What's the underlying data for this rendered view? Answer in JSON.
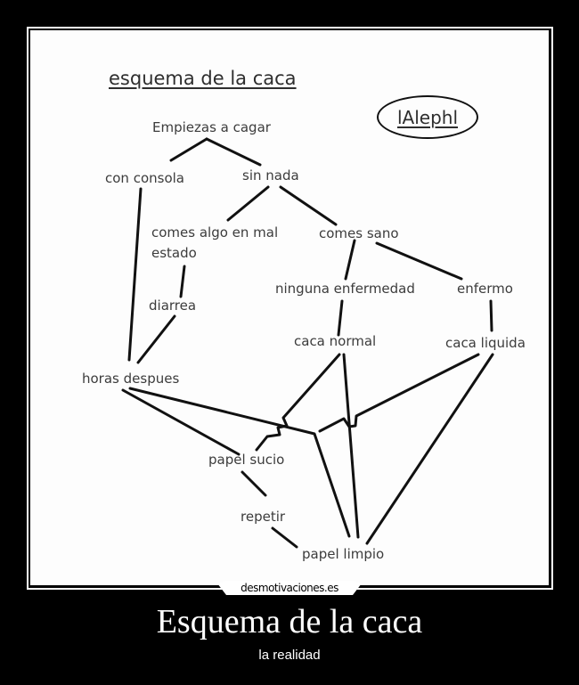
{
  "poster": {
    "caption": "Esquema de la caca",
    "subcaption": "la realidad",
    "watermark": "desmotivaciones.es",
    "background_color": "#000000"
  },
  "diagram": {
    "title": "esquema de la caca",
    "author": "lAlephl",
    "nodes": {
      "start": "Empiezas a cagar",
      "con_consola": "con consola",
      "sin_nada": "sin nada",
      "mal_estado_line1": "comes algo en mal",
      "mal_estado_line2": "estado",
      "comes_sano": "comes sano",
      "diarrea": "diarrea",
      "ninguna_enfermedad": "ninguna enfermedad",
      "enfermo": "enfermo",
      "caca_normal": "caca normal",
      "caca_liquida": "caca liquida",
      "horas_despues": "horas despues",
      "papel_sucio": "papel sucio",
      "repetir": "repetir",
      "papel_limpio": "papel limpio"
    },
    "edges": [
      [
        "Empiezas a cagar",
        "con consola"
      ],
      [
        "Empiezas a cagar",
        "sin nada"
      ],
      [
        "sin nada",
        "comes algo en mal estado"
      ],
      [
        "sin nada",
        "comes sano"
      ],
      [
        "comes algo en mal estado",
        "diarrea"
      ],
      [
        "comes sano",
        "ninguna enfermedad"
      ],
      [
        "comes sano",
        "enfermo"
      ],
      [
        "ninguna enfermedad",
        "caca normal"
      ],
      [
        "enfermo",
        "caca liquida"
      ],
      [
        "con consola",
        "horas despues"
      ],
      [
        "diarrea",
        "horas despues"
      ],
      [
        "horas despues",
        "papel sucio"
      ],
      [
        "horas despues",
        "papel limpio"
      ],
      [
        "caca normal",
        "papel sucio"
      ],
      [
        "caca normal",
        "papel limpio"
      ],
      [
        "caca liquida",
        "papel sucio"
      ],
      [
        "caca liquida",
        "papel limpio"
      ],
      [
        "papel sucio",
        "repetir"
      ],
      [
        "repetir",
        "papel limpio"
      ]
    ]
  }
}
